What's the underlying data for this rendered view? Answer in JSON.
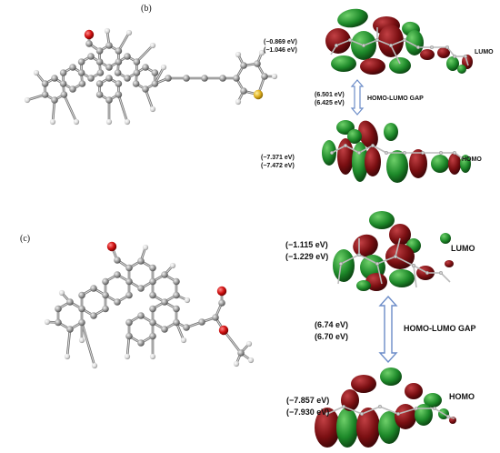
{
  "panel_b": {
    "label": "(b)",
    "lumo_energies": [
      "(−0.869 eV)",
      "(−1.046 eV)"
    ],
    "gap_values": [
      "(6.501 eV)",
      "(6.425 eV)"
    ],
    "homo_energies": [
      "(−7.371 eV)",
      "(−7.472 eV)"
    ],
    "lumo_label": "LUMO",
    "gap_label": "HOMO-LUMO GAP",
    "homo_label": "HOMO"
  },
  "panel_c": {
    "label": "(c)",
    "lumo_energies": [
      "(−1.115 eV)",
      "(−1.229 eV)"
    ],
    "gap_values": [
      "(6.74 eV)",
      "(6.70 eV)"
    ],
    "homo_energies": [
      "(−7.857 eV)",
      "(−7.930 eV)"
    ],
    "lumo_label": "LUMO",
    "gap_label": "HOMO-LUMO GAP",
    "homo_label": "HOMO"
  },
  "colors": {
    "carbon": "#9a9a9a",
    "hydrogen": "#e8e8e8",
    "oxygen": "#cc1111",
    "sulfur": "#e0b020",
    "orbital_red": "#7a0f12",
    "orbital_green": "#1e8a2a",
    "arrow": "#6b8cc8"
  }
}
